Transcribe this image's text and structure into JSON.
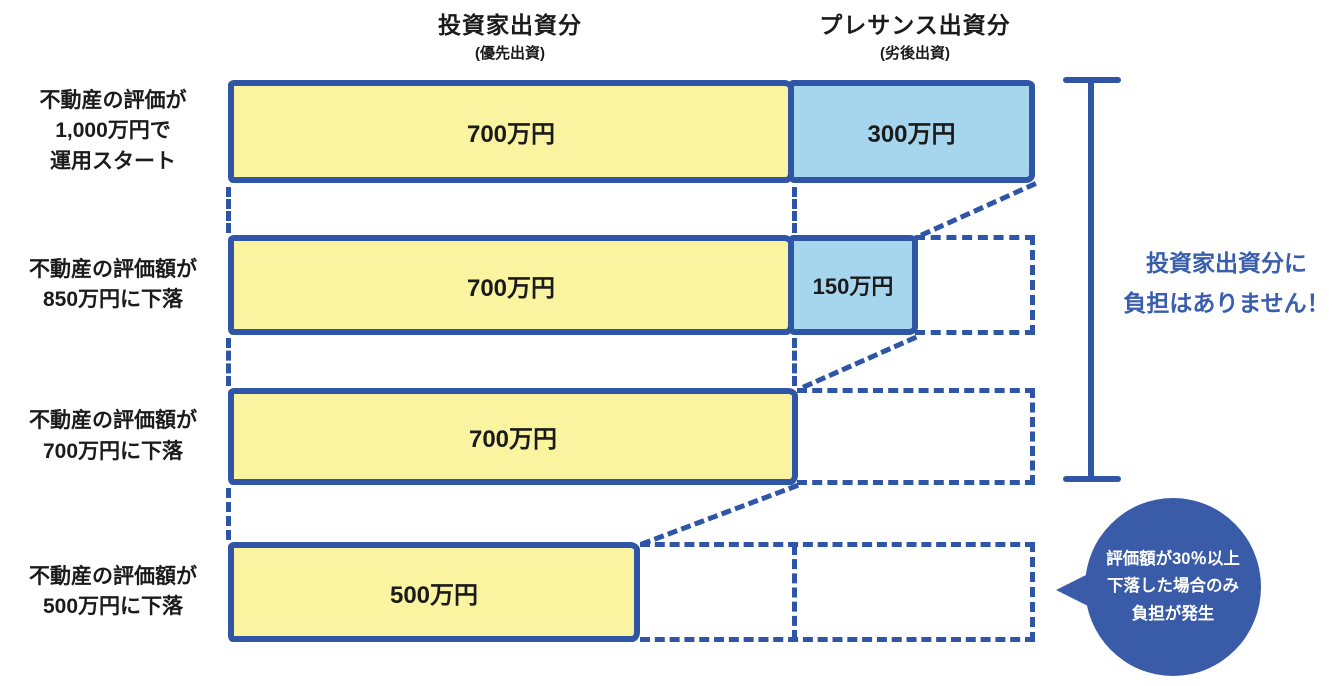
{
  "headers": {
    "investor": {
      "title": "投資家出資分",
      "subtitle": "(優先出資)"
    },
    "presence": {
      "title": "プレサンス出資分",
      "subtitle": "(劣後出資)"
    }
  },
  "rows": [
    {
      "label": "不動産の評価が\n1,000万円で\n運用スタート",
      "investor_value": "700万円",
      "presence_value": "300万円"
    },
    {
      "label": "不動産の評価額が\n850万円に下落",
      "investor_value": "700万円",
      "presence_value": "150万円"
    },
    {
      "label": "不動産の評価額が\n700万円に下落",
      "investor_value": "700万円",
      "presence_value": ""
    },
    {
      "label": "不動産の評価額が\n500万円に下落",
      "investor_value": "500万円",
      "presence_value": ""
    }
  ],
  "annotations": {
    "no_burden_note": "投資家出資分に\n負担はありません！",
    "bubble_note": "評価額が30％以上\n下落した場合のみ\n負担が発生"
  },
  "colors": {
    "outline_blue": "#2e55a6",
    "investor_fill_yellow": "#faf4a1",
    "presence_fill_blue": "#a6d6ee",
    "note_text_blue": "#3a5eae",
    "bubble_fill_blue": "#3a5ba7",
    "bubble_text": "#ffffff"
  },
  "chart_data": {
    "type": "bar",
    "orientation": "horizontal-stacked",
    "title": "",
    "categories": [
      "不動産の評価が1,000万円で運用スタート",
      "不動産の評価額が850万円に下落",
      "不動産の評価額が700万円に下落",
      "不動産の評価額が500万円に下落"
    ],
    "series": [
      {
        "name": "投資家出資分(優先出資)",
        "values": [
          700,
          700,
          700,
          500
        ]
      },
      {
        "name": "プレサンス出資分(劣後出資)",
        "values": [
          300,
          150,
          0,
          0
        ]
      }
    ],
    "unit": "万円",
    "xlim": [
      0,
      1000
    ],
    "grid": false,
    "legend_position": "top"
  }
}
